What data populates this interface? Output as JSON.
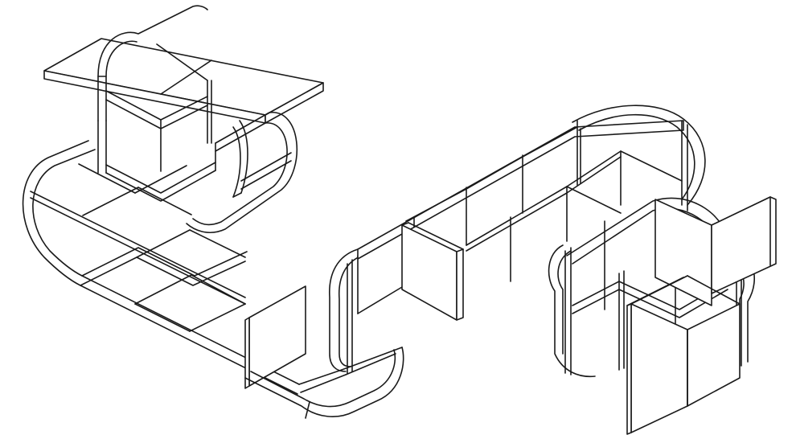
{
  "figure": {
    "description_visible_text": "",
    "style": {
      "line_color": "#1a1a1a",
      "fill_color": "#ffffff",
      "background": "#ffffff"
    },
    "components": [
      "left-shelf-unit",
      "center-panel-unit",
      "right-panel-unit"
    ]
  }
}
